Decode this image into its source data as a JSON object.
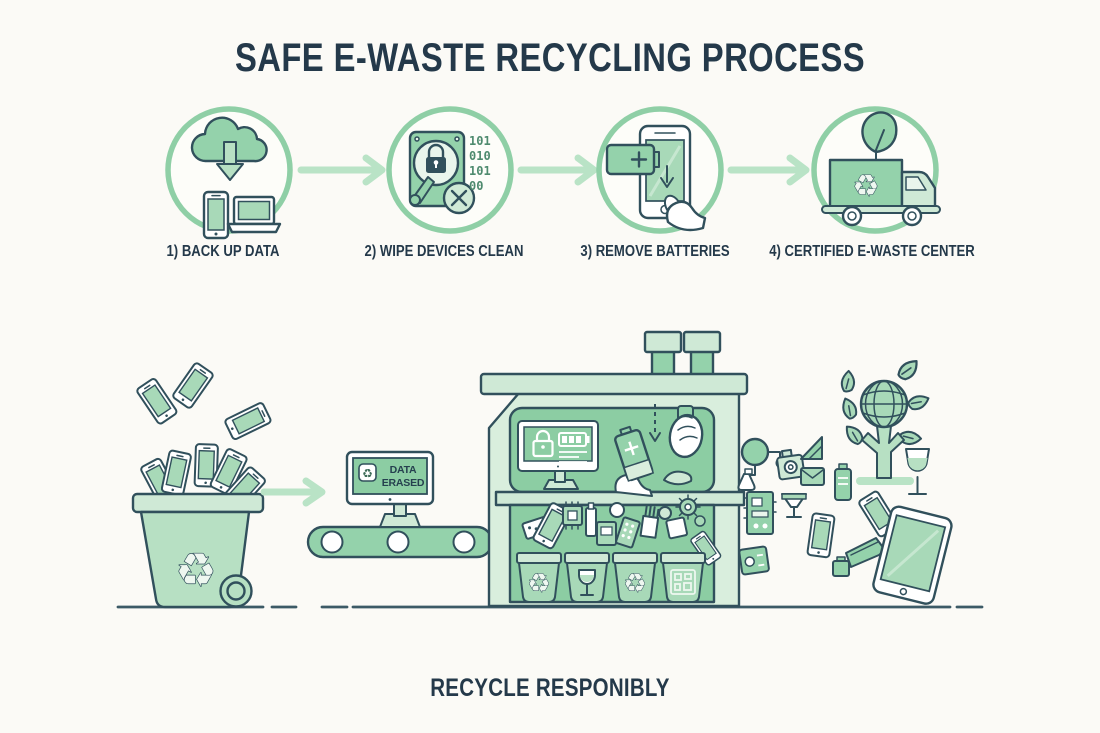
{
  "glyphs": {
    "recycle": "♻"
  },
  "colors": {
    "background": "#fbfaf6",
    "outline": "#31505c",
    "text_dark": "#24394a",
    "ring_green": "#8fcfa6",
    "arrow_green": "#b9e3c6",
    "green": "#94d2ab",
    "green_deep": "#8ccda3",
    "green_light": "#cfe9d6",
    "green_pale": "#e9f5ec"
  },
  "header": {
    "title": "SAFE E-WASTE RECYCLING PROCESS"
  },
  "steps": [
    {
      "number": "1",
      "label": "1) BACK UP DATA",
      "icon": "cloud-download-to-devices-icon"
    },
    {
      "number": "2",
      "label": "2) WIPE DEVICES CLEAN",
      "icon": "locked-hard-drive-erase-icon",
      "binary_lines": [
        "101",
        "010",
        "101",
        "00"
      ]
    },
    {
      "number": "3",
      "label": "3) REMOVE BATTERIES",
      "icon": "phone-battery-removal-icon"
    },
    {
      "number": "4",
      "label": "4) CERTIFIED E-WASTE CENTER",
      "icon": "recycling-truck-icon"
    }
  ],
  "illustration": {
    "monitor": {
      "line1": "DATA",
      "line2": "ERASED"
    },
    "scene_items": [
      "phones-falling-into-recycle-bin",
      "flow-arrow",
      "conveyor-belt",
      "data-erased-monitor",
      "sorting-machine",
      "machine-chimneys",
      "machine-monitor",
      "battery-drop",
      "grabber-hand",
      "sorting-bins",
      "bin-recyclables",
      "bin-glass",
      "bin-plastics",
      "bin-circuit-boards",
      "recovered-products",
      "globe-tree",
      "wine-glass",
      "tablet",
      "phones",
      "circuit-board",
      "battery",
      "envelope",
      "camera"
    ]
  },
  "footer": {
    "tagline": "RECYCLE RESPONIBLY"
  }
}
